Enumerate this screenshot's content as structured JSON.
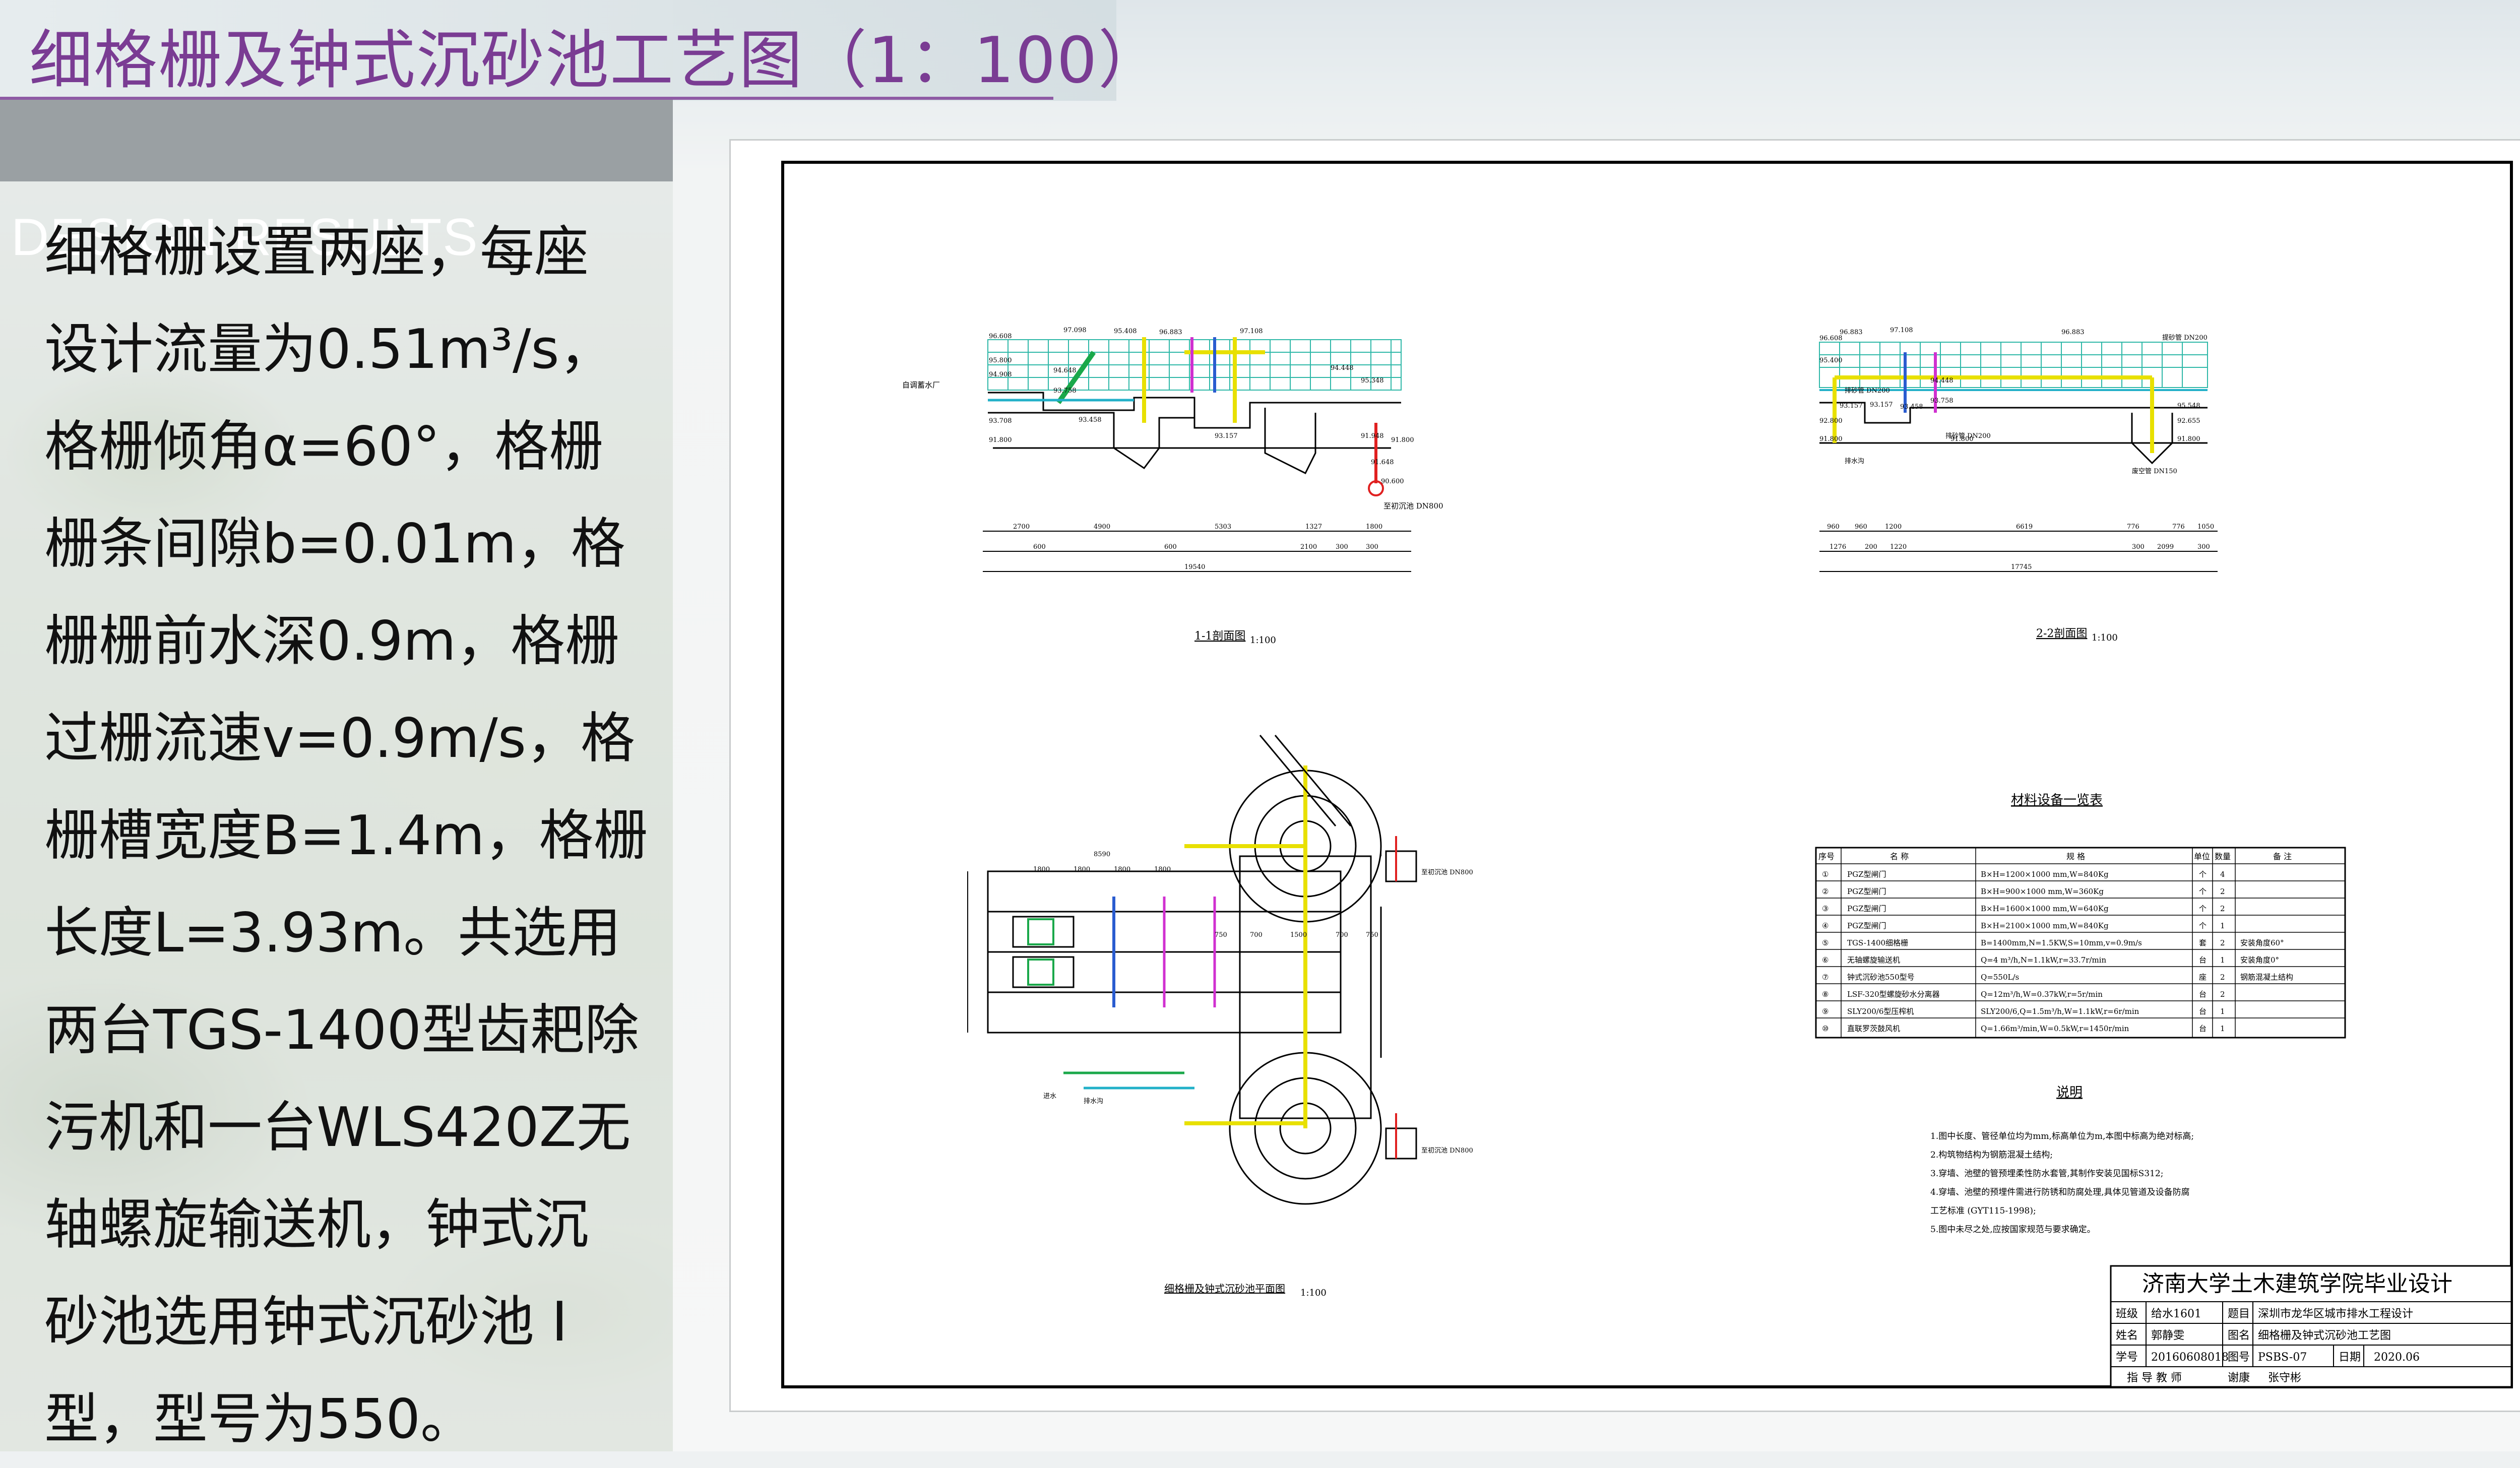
{
  "slide": {
    "title": "细格栅及钟式沉砂池工艺图（1：100）",
    "subtitle": "DESIGN RESULTS",
    "body_lines": [
      "细格栅设置两座，每座",
      "设计流量为0.51m³/s，",
      "格栅倾角α=60°，格栅",
      "栅条间隙b=0.01m，格",
      "栅栅前水深0.9m，格栅",
      "过栅流速v=0.9m/s，格",
      "栅槽宽度B=1.4m，格栅",
      "长度L=3.93m。共选用",
      "两台TGS-1400型齿耙除",
      "污机和一台WLS420Z无",
      "轴螺旋输送机，钟式沉",
      "砂池选用钟式沉砂池 I",
      "型，型号为550。"
    ]
  },
  "drawing": {
    "section1": {
      "caption": "1-1剖面图",
      "scale": "1:100",
      "inlet_label": "自调蓄水厂",
      "outlet_label": "至初沉池 DN800",
      "elevations": [
        "96.608",
        "97.098",
        "95.408",
        "96.883",
        "97.108",
        "95.800",
        "94.908",
        "94.648",
        "93.758",
        "94.448",
        "95.348",
        "93.708",
        "93.458",
        "93.157",
        "91.800",
        "91.948",
        "91.800",
        "91.648",
        "90.600"
      ],
      "dims_top": [
        "2700",
        "4900",
        "5303",
        "1327",
        "1800"
      ],
      "dims_mid": [
        "600",
        "600",
        "2100",
        "300",
        "300"
      ],
      "dim_total": "19540"
    },
    "section2": {
      "caption": "2-2剖面图",
      "scale": "1:100",
      "labels": [
        "排砂管 DN200",
        "提砂管 DN200",
        "排砂管 DN200",
        "排水沟",
        "废空管 DN150"
      ],
      "elevations": [
        "96.608",
        "96.883",
        "97.108",
        "96.883",
        "95.400",
        "93.157",
        "93.157",
        "93.458",
        "93.758",
        "94.448",
        "95.548",
        "92.800",
        "92.655",
        "91.800",
        "91.800",
        "91.800"
      ],
      "dims_top": [
        "960",
        "960",
        "1200",
        "6619",
        "776",
        "776",
        "1050"
      ],
      "dims_mid": [
        "1276",
        "200",
        "1220",
        "300",
        "2099",
        "300"
      ],
      "dim_total": "17745"
    },
    "plan": {
      "caption": "细格栅及钟式沉砂池平面图",
      "scale": "1:100",
      "labels": [
        "至初沉池 DN800",
        "至初沉池 DN800",
        "排水沟",
        "进水"
      ],
      "dims": [
        "8590",
        "1800",
        "1800",
        "1800",
        "1800",
        "700",
        "1500",
        "700",
        "750",
        "750"
      ]
    },
    "materials_table": {
      "title": "材料设备一览表",
      "headers": [
        "序号",
        "名 称",
        "规 格",
        "单位",
        "数量",
        "备 注"
      ],
      "rows": [
        [
          "①",
          "PGZ型闸门",
          "B×H=1200×1000 mm,W=840Kg",
          "个",
          "4",
          ""
        ],
        [
          "②",
          "PGZ型闸门",
          "B×H=900×1000 mm,W=360Kg",
          "个",
          "2",
          ""
        ],
        [
          "③",
          "PGZ型闸门",
          "B×H=1600×1000 mm,W=640Kg",
          "个",
          "2",
          ""
        ],
        [
          "④",
          "PGZ型闸门",
          "B×H=2100×1000 mm,W=840Kg",
          "个",
          "1",
          ""
        ],
        [
          "⑤",
          "TGS-1400细格栅",
          "B=1400mm,N=1.5KW,S=10mm,v=0.9m/s",
          "套",
          "2",
          "安装角度60°"
        ],
        [
          "⑥",
          "无轴螺旋输送机",
          "Q=4 m³/h,N=1.1kW,r=33.7r/min",
          "台",
          "1",
          "安装角度0°"
        ],
        [
          "⑦",
          "钟式沉砂池550型号",
          "Q=550L/s",
          "座",
          "2",
          "钢筋混凝土结构"
        ],
        [
          "⑧",
          "LSF-320型螺旋砂水分离器",
          "Q=12m³/h,W=0.37kW,r=5r/min",
          "台",
          "2",
          ""
        ],
        [
          "⑨",
          "SLY200/6型压榨机",
          "SLY200/6,Q=1.5m³/h,W=1.1kW,r=6r/min",
          "台",
          "1",
          ""
        ],
        [
          "⑩",
          "直联罗茨鼓风机",
          "Q=1.66m³/min,W=0.5kW,r=1450r/min",
          "台",
          "1",
          ""
        ]
      ]
    },
    "notes": {
      "title": "说明",
      "items": [
        "1.图中长度、管径单位均为mm,标高单位为m,本图中标高为绝对标高;",
        "2.构筑物结构为钢筋混凝土结构;",
        "3.穿墙、池壁的管预埋柔性防水套管,其制作安装见国标S312;",
        "4.穿墙、池壁的预埋件需进行防锈和防腐处理,具体见管道及设备防腐",
        "  工艺标准 (GYT115-1998);",
        "5.图中未尽之处,应按国家规范与要求确定。"
      ]
    },
    "title_block": {
      "header": "济南大学土木建筑学院毕业设计",
      "r1": [
        "班级",
        "给水1601",
        "题目",
        "深圳市龙华区城市排水工程设计"
      ],
      "r2": [
        "姓名",
        "郭静雯",
        "图名",
        "细格栅及钟式沉砂池工艺图"
      ],
      "r3": [
        "学号",
        "20160608018",
        "图号",
        "PSBS-07",
        "日期",
        "2020.06"
      ],
      "r4": [
        "指 导 教 师",
        "谢康",
        "张守彬"
      ]
    }
  },
  "colors": {
    "title": "#7a3c93",
    "subtitle_bg": "#9aa0a3",
    "water": "#22b0c8",
    "pipe_yellow": "#e8e000",
    "pipe_green": "#1aa84a",
    "pipe_red": "#e02020",
    "pipe_blue": "#2a5cd0",
    "pipe_magenta": "#d030d0"
  }
}
